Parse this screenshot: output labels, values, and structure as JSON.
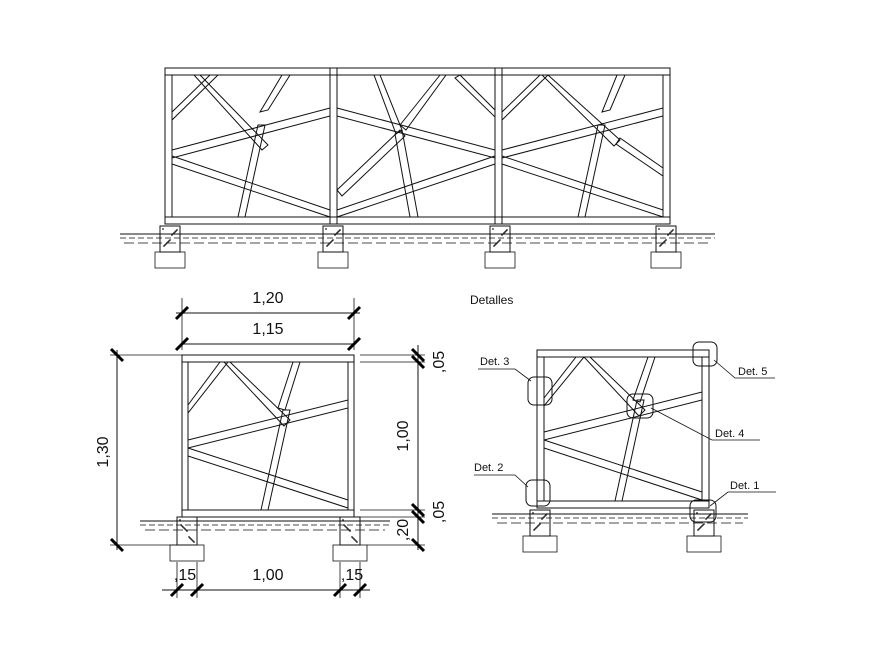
{
  "detail_title": "Detalles",
  "dimensions": {
    "outer_width": "1,20",
    "inner_width": "1,15",
    "height_total": "1,30",
    "height_panel": "1,00",
    "top_gap": ",05",
    "bottom_gap": ",05",
    "base_height": ",20",
    "post_left": ",15",
    "span": "1,00",
    "post_right": ",15"
  },
  "details": {
    "det1": "Det. 1",
    "det2": "Det. 2",
    "det3": "Det. 3",
    "det4": "Det. 4",
    "det5": "Det. 5"
  }
}
